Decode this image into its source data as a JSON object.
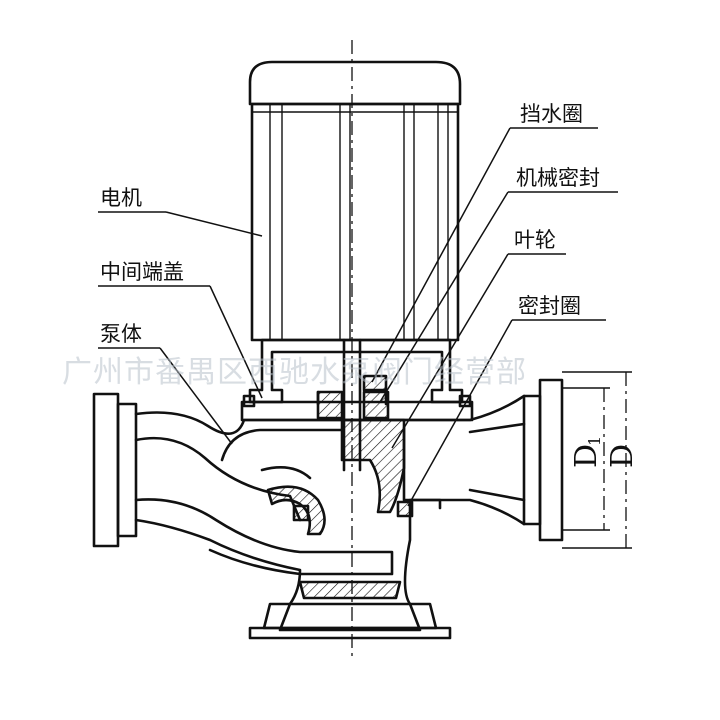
{
  "labels": {
    "motor": "电机",
    "middle_end_cover": "中间端盖",
    "pump_body": "泵体",
    "water_retaining_ring": "挡水圈",
    "mechanical_seal": "机械密封",
    "impeller": "叶轮",
    "seal_ring": "密封圈"
  },
  "dimensions": {
    "d1_main": "D",
    "d1_sub": "1",
    "d": "D"
  },
  "watermark": "广州市番禺区西驰水泵阀门经营部",
  "colors": {
    "line": "#111111",
    "watermark": "#b9c2cc",
    "background": "#ffffff"
  }
}
